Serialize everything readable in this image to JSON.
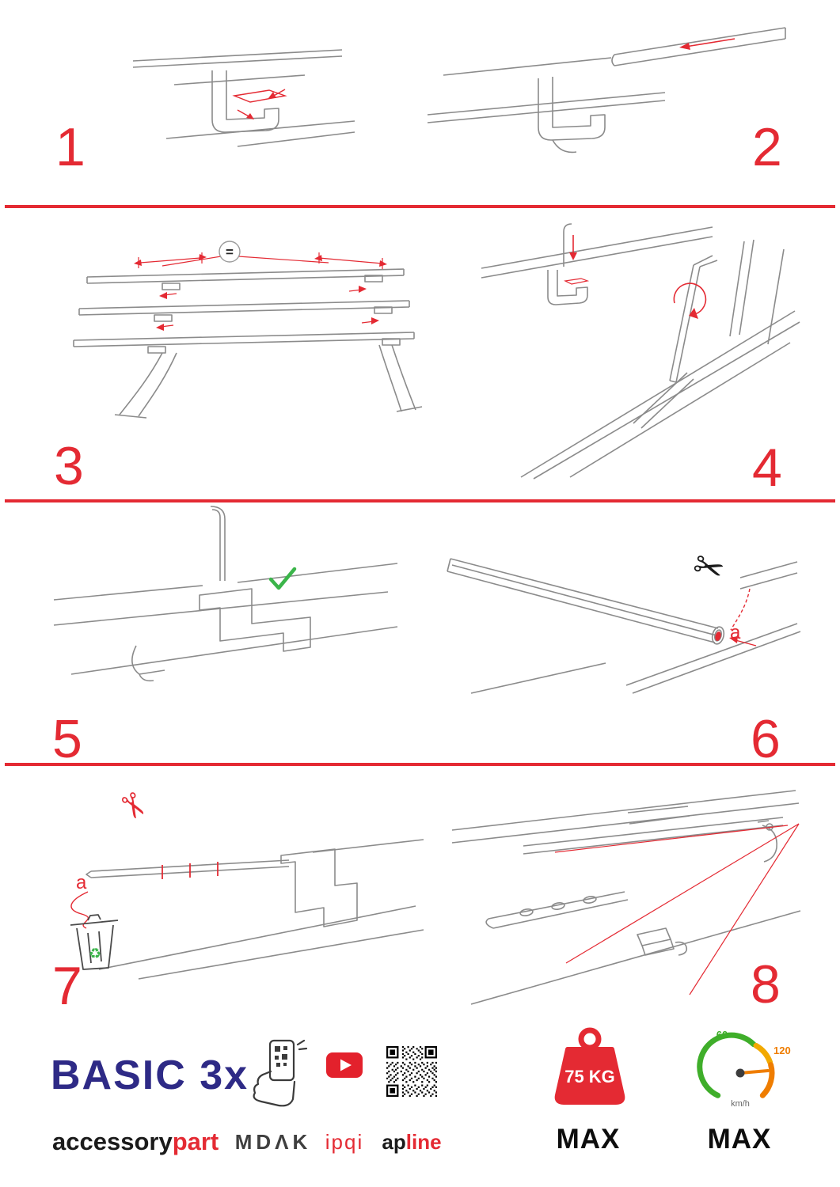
{
  "page": {
    "background": "#ffffff",
    "accent_red": "#e42a33",
    "logo_blue": "#2e2a86",
    "check_green": "#3bb54a"
  },
  "steps": [
    {
      "number": "1"
    },
    {
      "number": "2"
    },
    {
      "number": "3"
    },
    {
      "number": "4"
    },
    {
      "number": "5"
    },
    {
      "number": "6"
    },
    {
      "number": "7"
    },
    {
      "number": "8"
    }
  ],
  "annotations": {
    "equal_sign": "=",
    "label_a_step6": "a",
    "label_a_step7": "a"
  },
  "icons": {
    "scissors": "✂",
    "recycle": "♻"
  },
  "footer": {
    "product": "BASIC 3x",
    "brand_black": "accessory",
    "brand_red": "part",
    "logo_mdak": "MDΛK",
    "logo_ipqi": "ipqi",
    "logo_ap": "ap",
    "logo_line": "line",
    "weight_value": "75 KG",
    "weight_max": "MAX",
    "speed_60": "60",
    "speed_120": "120",
    "speed_unit": "km/h",
    "speed_max": "MAX"
  }
}
